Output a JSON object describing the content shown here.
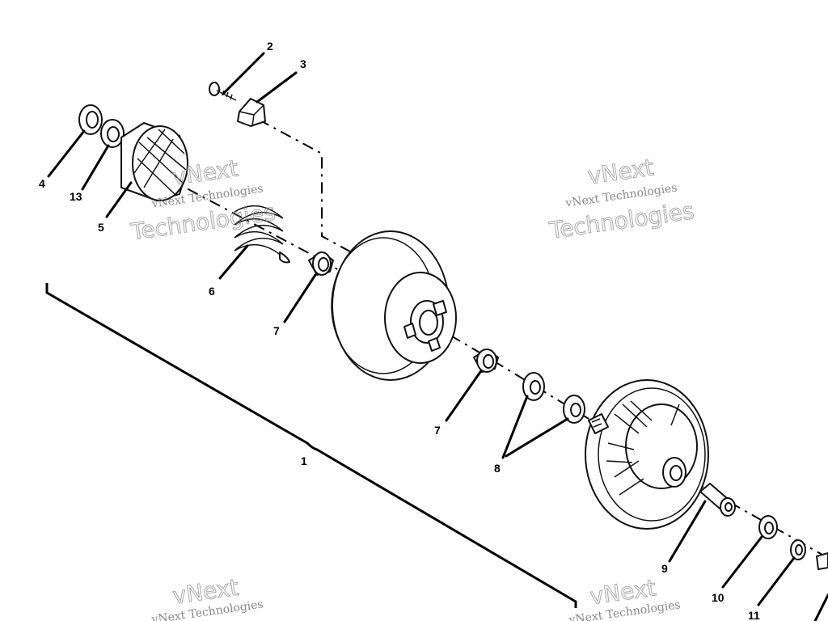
{
  "diagram": {
    "labels": {
      "l1": "1",
      "l2": "2",
      "l3": "3",
      "l4": "4",
      "l5": "5",
      "l6": "6",
      "l7a": "7",
      "l7b": "7",
      "l8": "8",
      "l9": "9",
      "l10": "10",
      "l11": "11",
      "l13": "13"
    },
    "watermark": {
      "line1": "vNext Technologies",
      "brand_top": "vNext",
      "brand_bottom": "Technologies"
    }
  }
}
